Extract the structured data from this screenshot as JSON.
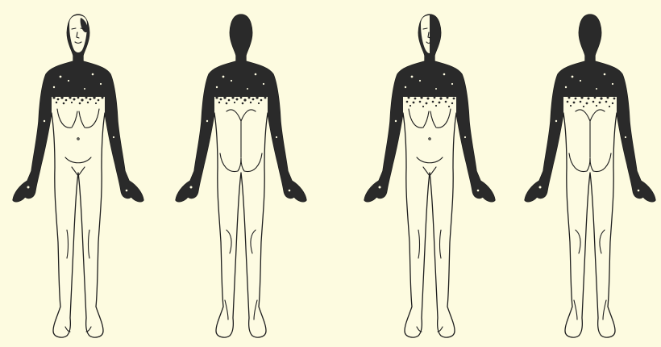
{
  "figures": [
    {
      "id": "figure-1",
      "view": "front",
      "face": "partial"
    },
    {
      "id": "figure-2",
      "view": "back",
      "face": "none"
    },
    {
      "id": "figure-3",
      "view": "front",
      "face": "half"
    },
    {
      "id": "figure-4",
      "view": "back",
      "face": "none"
    }
  ],
  "colors": {
    "paper": "#fdfbe0",
    "pigment": "#2a2a2a",
    "outline": "#1e1e1e"
  }
}
